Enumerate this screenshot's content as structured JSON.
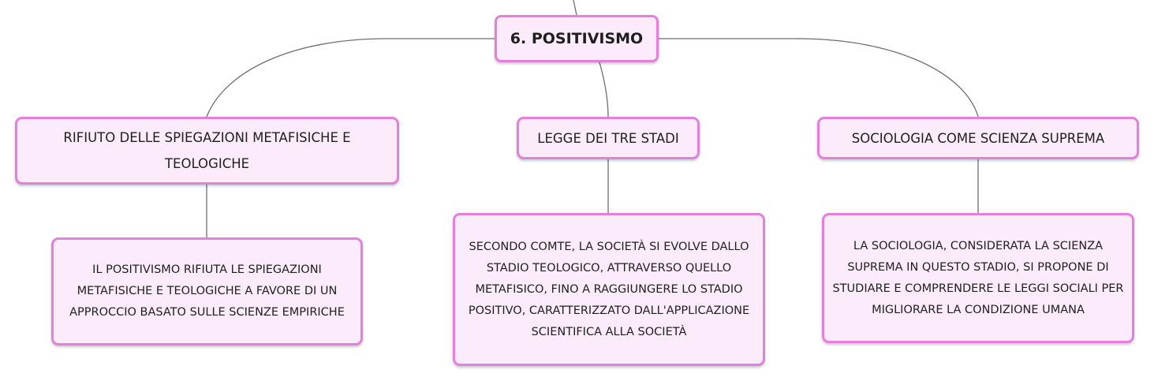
{
  "root": {
    "label": "6. POSITIVISMO"
  },
  "branches": [
    {
      "label": "RIFIUTO DELLE SPIEGAZIONI METAFISICHE E TEOLOGICHE"
    },
    {
      "label": "LEGGE DEI TRE STADI"
    },
    {
      "label": "SOCIOLOGIA COME SCIENZA SUPREMA"
    }
  ],
  "details": [
    {
      "text": "IL POSITIVISMO RIFIUTA LE SPIEGAZIONI METAFISICHE E TEOLOGICHE A FAVORE DI UN APPROCCIO BASATO SULLE SCIENZE EMPIRICHE"
    },
    {
      "text": "SECONDO COMTE, LA SOCIETÀ SI EVOLVE DALLO STADIO TEOLOGICO, ATTRAVERSO QUELLO METAFISICO, FINO A RAGGIUNGERE LO STADIO POSITIVO, CARATTERIZZATO DALL'APPLICAZIONE SCIENTIFICA ALLA SOCIETÀ"
    },
    {
      "text": "LA SOCIOLOGIA, CONSIDERATA LA SCIENZA SUPREMA IN QUESTO STADIO, SI PROPONE DI STUDIARE E COMPRENDERE LE LEGGI SOCIALI PER MIGLIORARE LA CONDIZIONE UMANA"
    }
  ],
  "colors": {
    "node_fill": "#fcebfb",
    "node_border": "#e57fdc",
    "connector": "#6e6e6e",
    "text": "#1f1f1f"
  }
}
